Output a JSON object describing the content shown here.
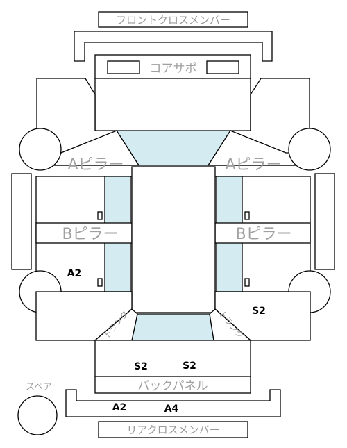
{
  "labels": {
    "front_cross_member": "フロントクロスメンバー",
    "core_support": "コアサポ",
    "a_pillar_left": "Aピラー",
    "a_pillar_right": "Aピラー",
    "b_pillar_left": "Bピラー",
    "b_pillar_right": "Bピラー",
    "trunk_left": "トランク",
    "trunk_right": "トランク",
    "back_panel": "バックパネル",
    "spare": "スペア",
    "rear_cross_member": "リアクロスメンバー"
  },
  "marks": {
    "a2_left_side": "A2",
    "s2_right_side": "S2",
    "s2_trunk_left": "S2",
    "s2_trunk_right": "S2",
    "a2_rear": "A2",
    "a4_rear": "A4"
  },
  "colors": {
    "glass": "#d3ebf1",
    "label_gray": "#9a9a9a",
    "outline": "#000000"
  }
}
